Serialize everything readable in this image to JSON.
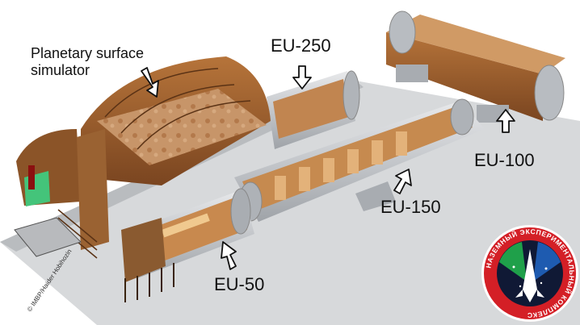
{
  "labels": {
    "planetary_simulator": "Planetary surface simulator",
    "eu250": "EU-250",
    "eu100": "EU-100",
    "eu150": "EU-150",
    "eu50": "EU-50"
  },
  "credit": "© IMBP/Haider Hobihozin",
  "emblem": {
    "text": "НАЗЕМНЫЙ ЭКСПЕРИМЕНТАЛЬНЫЙ КОМПЛЕКС",
    "colors": {
      "ring": "#d41f26",
      "inner": "#101935",
      "green": "#1fa04a",
      "blue": "#1e5bb0",
      "white": "#ffffff"
    }
  },
  "colors": {
    "wood": "#a0622d",
    "wood_dark": "#6b3a18",
    "steel": "#c9ccd0",
    "floor": "#d4d6d8",
    "surface": "#c89a6e"
  }
}
